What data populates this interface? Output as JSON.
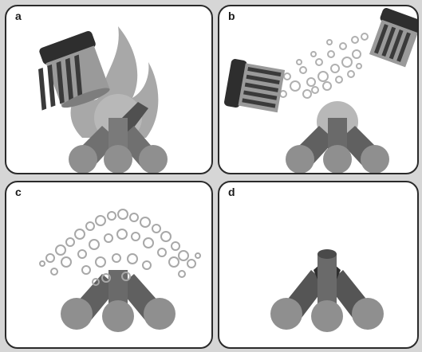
{
  "panels": [
    {
      "id": "a",
      "label": "a"
    },
    {
      "id": "b",
      "label": "b"
    },
    {
      "id": "c",
      "label": "c"
    },
    {
      "id": "d",
      "label": "d"
    }
  ],
  "colors": {
    "background": "#d6d6d6",
    "panel_fill": "#ffffff",
    "panel_border": "#2a2a2a",
    "log_fill": "#8a8a8a",
    "log_dark": "#555555",
    "flame": "#a8a8a8",
    "foam_bubble": "#b5b5b5",
    "canister_dark": "#2e2e2e"
  }
}
